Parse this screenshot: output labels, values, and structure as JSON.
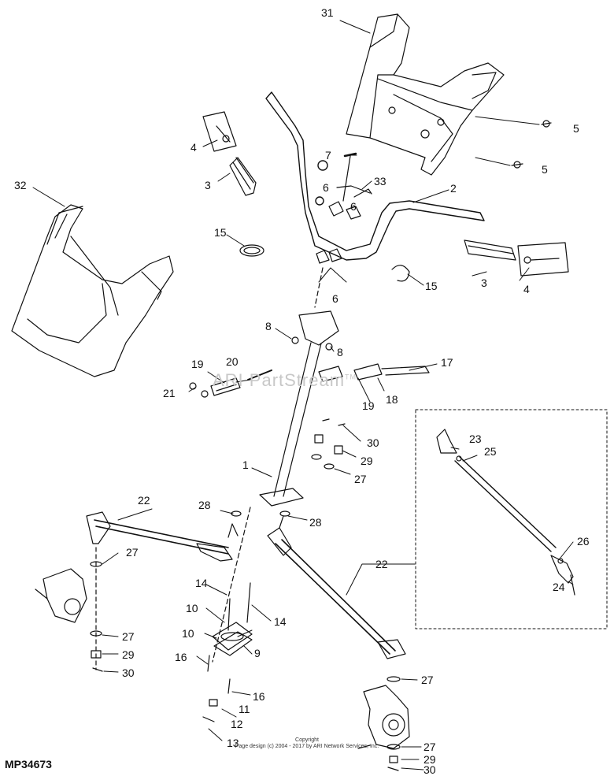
{
  "diagram": {
    "watermark": "ARI PartStream",
    "watermark_tm": "TM",
    "copyright_line1": "Copyright",
    "copyright_line2": "Page design (c) 2004 - 2017 by ARI Network Services, Inc.",
    "diagram_code": "MP34673",
    "callouts": {
      "c31": "31",
      "c5a": "5",
      "c5b": "5",
      "c4a": "4",
      "c3a": "3",
      "c7": "7",
      "c33": "33",
      "c2": "2",
      "c6a": "6",
      "c6b": "6",
      "c6c": "6",
      "c32": "32",
      "c15a": "15",
      "c15b": "15",
      "c3b": "3",
      "c4b": "4",
      "c8a": "8",
      "c8b": "8",
      "c17": "17",
      "c19a": "19",
      "c20": "20",
      "c21": "21",
      "c19b": "19",
      "c18": "18",
      "c30a": "30",
      "c1": "1",
      "c29a": "29",
      "c27a": "27",
      "c23": "23",
      "c25": "25",
      "c22a": "22",
      "c28a": "28",
      "c28b": "28",
      "c27b": "27",
      "c22b": "22",
      "c26": "26",
      "c24": "24",
      "c14a": "14",
      "c14b": "14",
      "c10a": "10",
      "c10b": "10",
      "c9": "9",
      "c27c": "27",
      "c29b": "29",
      "c30b": "30",
      "c16a": "16",
      "c16b": "16",
      "c11": "11",
      "c12": "12",
      "c13": "13",
      "c27d": "27",
      "c27e": "27",
      "c29c": "29",
      "c30c": "30"
    }
  }
}
